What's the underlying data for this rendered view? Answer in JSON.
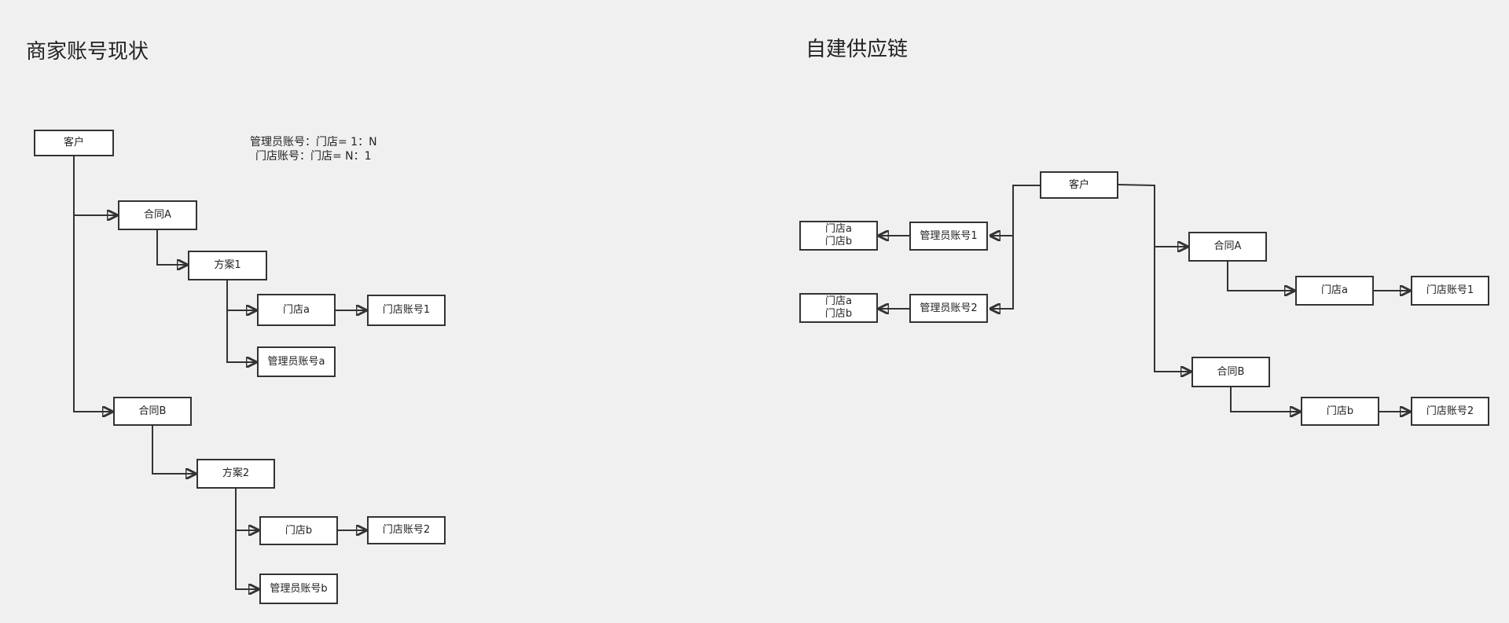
{
  "left": {
    "title": "商家账号现状",
    "note": {
      "line1": "管理员账号：门店= 1：N",
      "line2": "门店账号：门店= N：1"
    },
    "nodes": {
      "customer": "客户",
      "contract_a": "合同A",
      "plan_1": "方案1",
      "store_a": "门店a",
      "store_account_1": "门店账号1",
      "admin_account_a": "管理员账号a",
      "contract_b": "合同B",
      "plan_2": "方案2",
      "store_b": "门店b",
      "store_account_2": "门店账号2",
      "admin_account_b": "管理员账号b"
    }
  },
  "right": {
    "title": "自建供应链",
    "nodes": {
      "customer": "客户",
      "admin_account_1": "管理员账号1",
      "admin_account_2": "管理员账号2",
      "stores_1": {
        "line1": "门店a",
        "line2": "门店b"
      },
      "stores_2": {
        "line1": "门店a",
        "line2": "门店b"
      },
      "contract_a": "合同A",
      "store_a": "门店a",
      "store_account_1": "门店账号1",
      "contract_b": "合同B",
      "store_b": "门店b",
      "store_account_2": "门店账号2"
    }
  }
}
